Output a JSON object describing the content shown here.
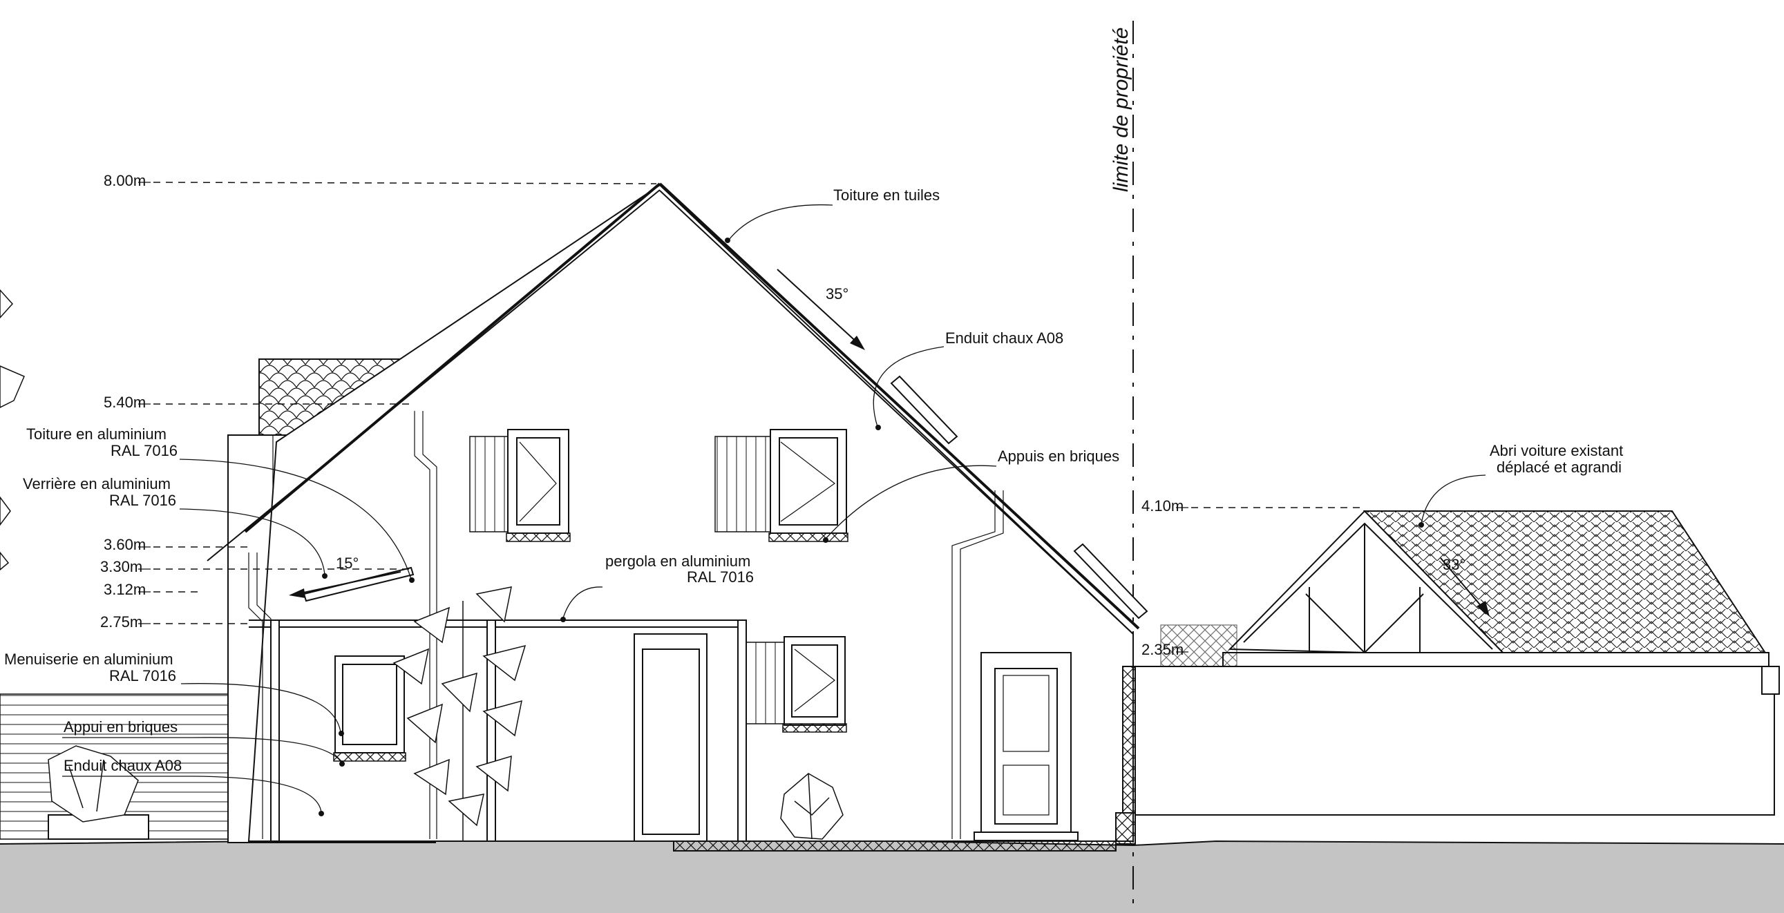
{
  "levels": {
    "l800": "8.00m",
    "l540": "5.40m",
    "l360": "3.60m",
    "l330": "3.30m",
    "l312": "3.12m",
    "l275": "2.75m",
    "l410": "4.10m",
    "l235": "2.35m"
  },
  "angles": {
    "main_roof": "35°",
    "veranda": "15°",
    "carport": "33°"
  },
  "property_limit": "limite de propriété",
  "labels": {
    "toiture_tuiles": "Toiture en tuiles",
    "enduit_chaux_right": "Enduit chaux A08",
    "appuis_briques_right": "Appuis en briques",
    "abri_line1": "Abri voiture existant",
    "abri_line2": "déplacé et agrandi",
    "pergola_line1": "pergola en aluminium",
    "pergola_line2": "RAL 7016",
    "toiture_alu_line1": "Toiture en aluminium",
    "toiture_alu_line2": "RAL 7016",
    "verriere_line1": "Verrière en aluminium",
    "verriere_line2": "RAL 7016",
    "menuiserie_line1": "Menuiserie en aluminium",
    "menuiserie_line2": "RAL 7016",
    "appui_briques_left": "Appui en briques",
    "enduit_chaux_left": "Enduit chaux A08"
  },
  "colors": {
    "ground": "#c4c4c4",
    "line": "#111111"
  }
}
